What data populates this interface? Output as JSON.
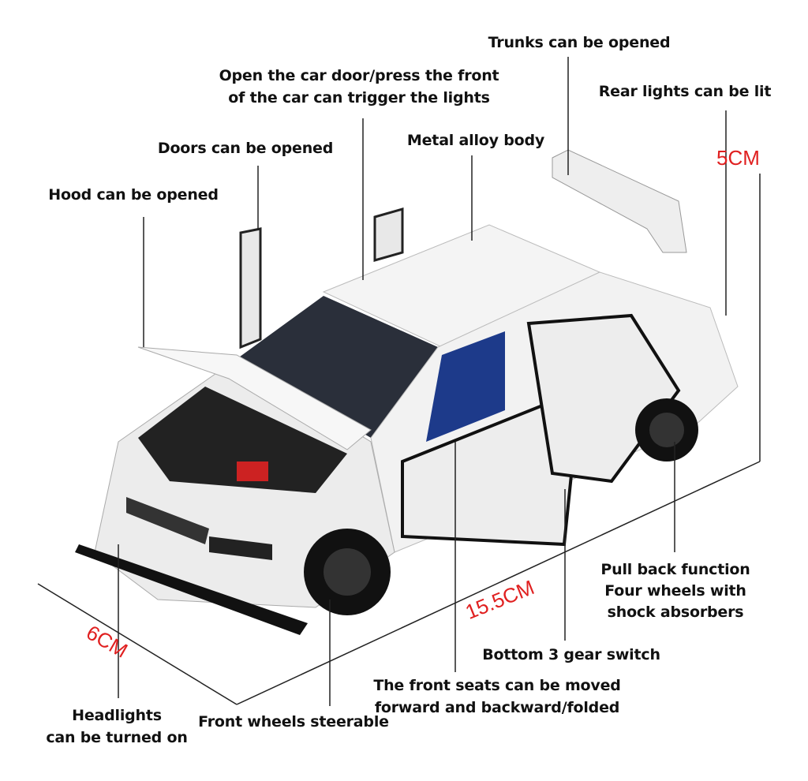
{
  "annotations": {
    "trunk": "Trunks can be opened",
    "door_lights_1": "Open the car door/press the front",
    "door_lights_2": "of the car can trigger the lights",
    "rear_lights": "Rear lights can be lit",
    "metal_body": "Metal alloy body",
    "doors": "Doors can be opened",
    "hood": "Hood can be opened",
    "pullback_1": "Pull back function",
    "pullback_2": "Four wheels with",
    "pullback_3": "shock absorbers",
    "gear_switch": "Bottom 3 gear switch",
    "seats_1": "The front seats can be moved",
    "seats_2": "forward and backward/folded",
    "headlights_1": "Headlights",
    "headlights_2": "can be turned on",
    "front_wheels": "Front wheels steerable"
  },
  "dimensions": {
    "height": "5CM",
    "length": "15.5CM",
    "width": "6CM"
  },
  "colors": {
    "dimension": "#e02020",
    "text": "#111111"
  }
}
